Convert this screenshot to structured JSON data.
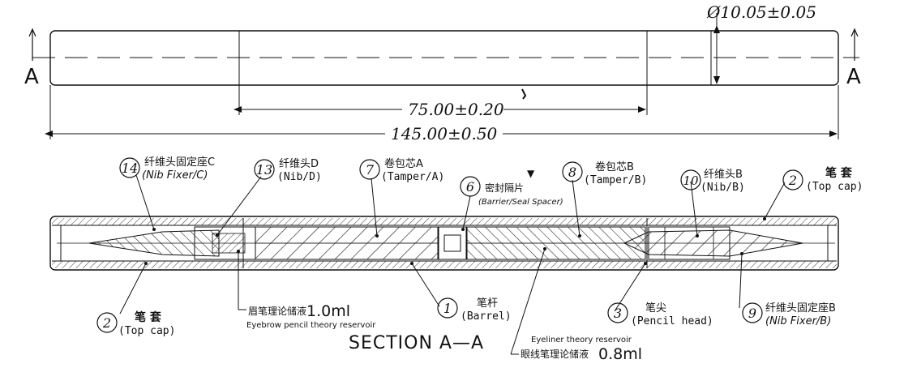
{
  "diameter_label": "Ø10.05±0.05",
  "dim_75_label": "75.00±0.20",
  "dim_145_label": "145.00±0.50",
  "section_mark": "A",
  "section_title": "SECTION  A—A",
  "parts": [
    {
      "num": "14",
      "cn": "纤维头固定座C",
      "en": "(Nib Fixer/C)"
    },
    {
      "num": "13",
      "cn": "纤维头D",
      "en": "(Nib/D)"
    },
    {
      "num": "7",
      "cn": "卷包芯A",
      "en": "(Tamper/A)"
    },
    {
      "num": "6",
      "cn": "密封隔片",
      "en": "(Barrier/Seal Spacer)"
    },
    {
      "num": "8",
      "cn": "卷包芯B",
      "en": "(Tamper/B)"
    },
    {
      "num": "10",
      "cn": "纤维头B",
      "en": "(Nib/B)"
    },
    {
      "num": "2",
      "cn": "笔 套",
      "en": "(Top cap)"
    },
    {
      "num": "2",
      "cn": "笔 套",
      "en": "(Top cap)"
    },
    {
      "num": "1",
      "cn": "笔杆",
      "en": "(Barrel)"
    },
    {
      "num": "3",
      "cn": "笔尖",
      "en": "(Pencil head)"
    },
    {
      "num": "9",
      "cn": "纤维头固定座B",
      "en": "(Nib Fixer/B)"
    }
  ],
  "reservoirs": [
    {
      "cn": "眉笔理论储液",
      "value": "1.0ml",
      "en": "Eyebrow pencil theory reservoir"
    },
    {
      "cn": "眼线笔理论储液",
      "value": "0.8ml",
      "en": "Eyeliner theory reservoir"
    }
  ]
}
